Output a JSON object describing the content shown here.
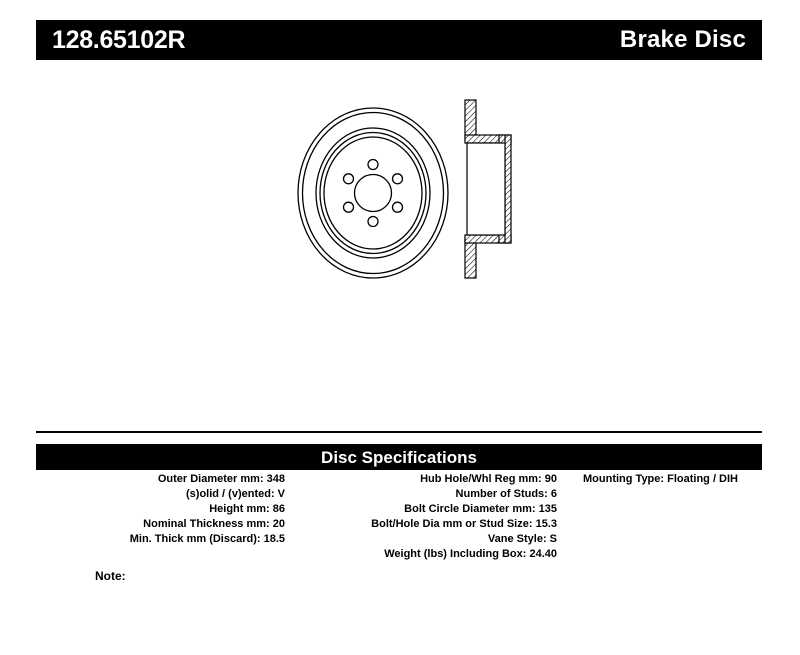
{
  "header": {
    "part_number": "128.65102R",
    "product_type": "Brake Disc"
  },
  "drawing": {
    "face_view_name": "brake-disc-face-view",
    "section_view_name": "brake-disc-cross-section-view",
    "stud_count": 6
  },
  "specifications": {
    "section_title": "Disc Specifications",
    "left_column": [
      "Outer Diameter mm: 348",
      "(s)olid / (v)ented: V",
      "Height mm: 86",
      "Nominal Thickness mm: 20",
      "Min. Thick mm (Discard): 18.5"
    ],
    "middle_column": [
      "Hub Hole/Whl Reg mm: 90",
      "Number of Studs: 6",
      "Bolt Circle Diameter mm: 135",
      "Bolt/Hole Dia mm or Stud Size: 15.3",
      "Vane Style: S",
      "Weight (lbs) Including Box: 24.40"
    ],
    "right_column": [
      "Mounting Type: Floating / DIH"
    ]
  },
  "note": {
    "label": "Note:",
    "value": ""
  },
  "colors": {
    "bar_background": "#000000",
    "bar_text": "#ffffff",
    "page_background": "#ffffff",
    "line": "#000000"
  }
}
